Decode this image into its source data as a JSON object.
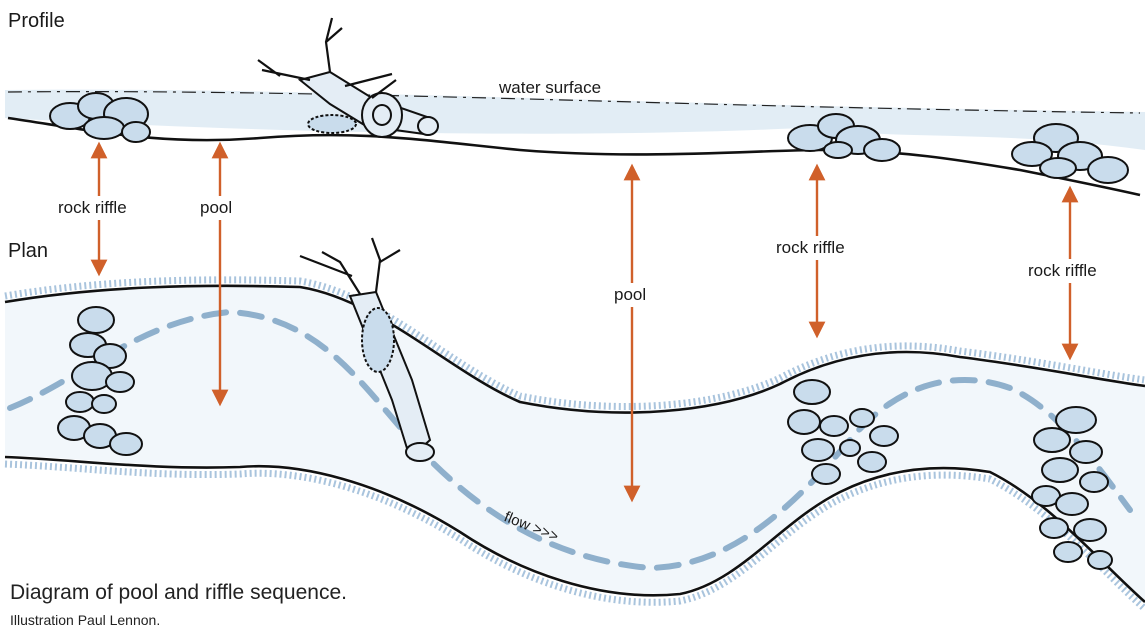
{
  "labels": {
    "profile": "Profile",
    "plan": "Plan",
    "water_surface": "water surface",
    "rock_riffle_1": "rock riffle",
    "pool_1": "pool",
    "pool_2": "pool",
    "rock_riffle_2": "rock riffle",
    "rock_riffle_3": "rock riffle",
    "flow": "flow >>>"
  },
  "caption": "Diagram of pool and riffle sequence.",
  "credit": "Illustration Paul Lennon.",
  "colors": {
    "arrow": "#d0602a",
    "water": "#a9c4dd",
    "flow_dash": "#8fb0cc",
    "ink": "#111111",
    "rock_fill": "#c9dcec"
  }
}
